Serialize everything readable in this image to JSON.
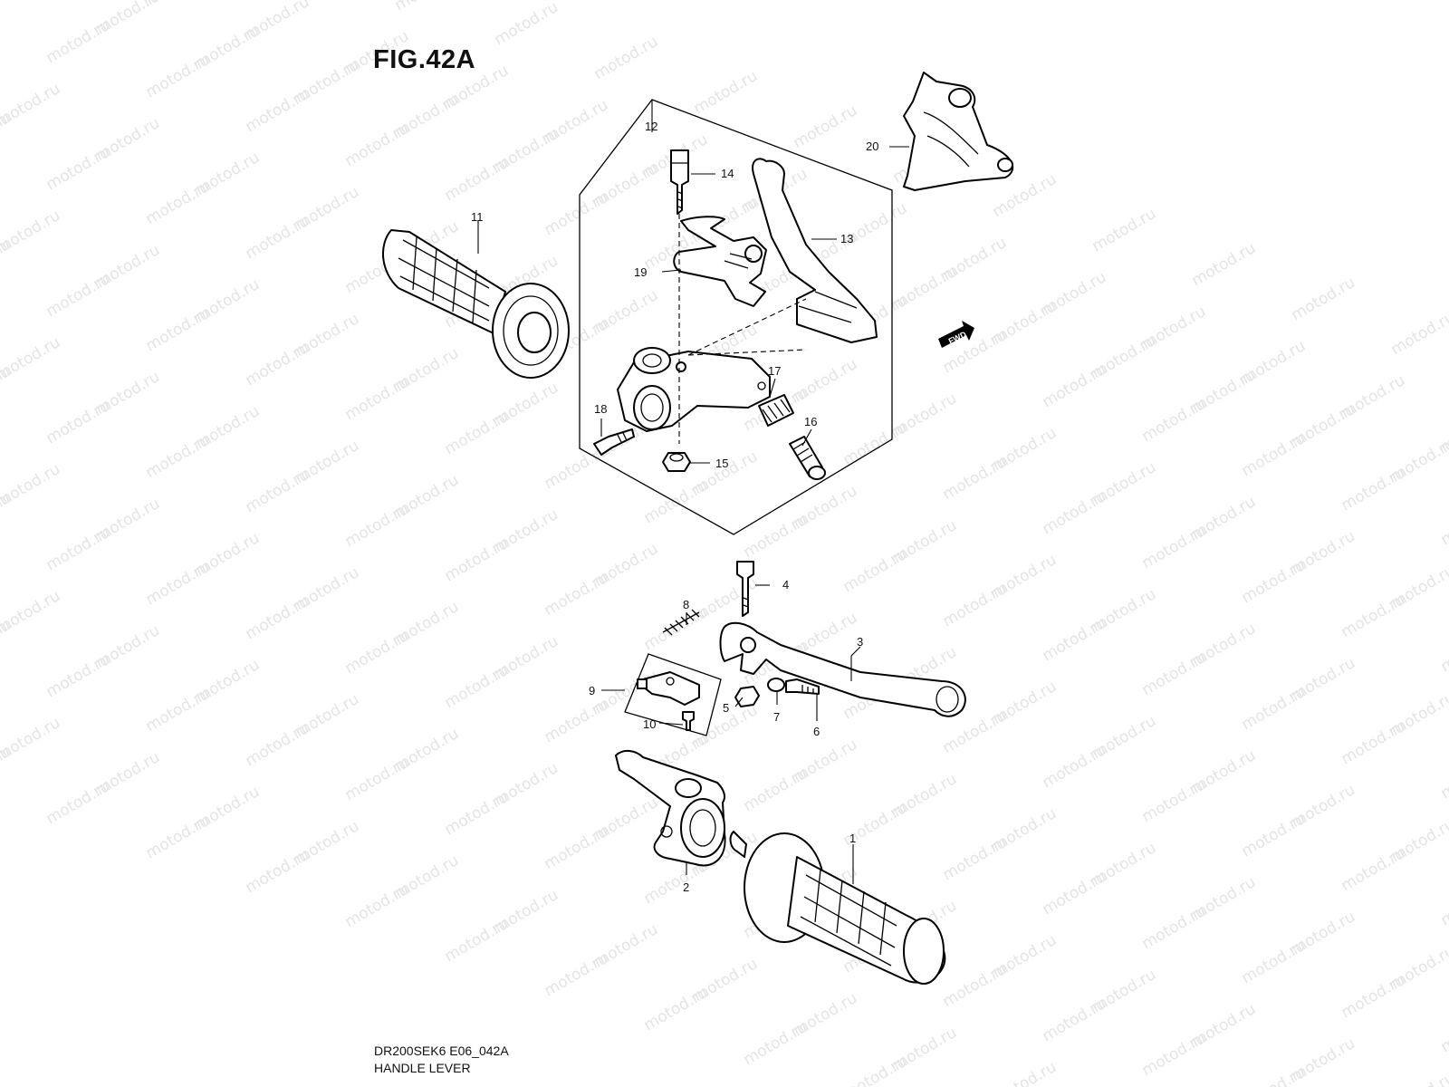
{
  "figure_title": "FIG.42A",
  "footer": {
    "code": "DR200SEK6 E06_042A",
    "name": "HANDLE LEVER"
  },
  "watermark": "motod.ru",
  "fwd_label": "FWD",
  "callouts": [
    "1",
    "2",
    "3",
    "4",
    "5",
    "6",
    "7",
    "8",
    "9",
    "10",
    "11",
    "12",
    "13",
    "14",
    "15",
    "16",
    "17",
    "18",
    "19",
    "20"
  ],
  "colors": {
    "ink": "#000000",
    "watermark": "#e4e4e4",
    "background": "#ffffff"
  }
}
